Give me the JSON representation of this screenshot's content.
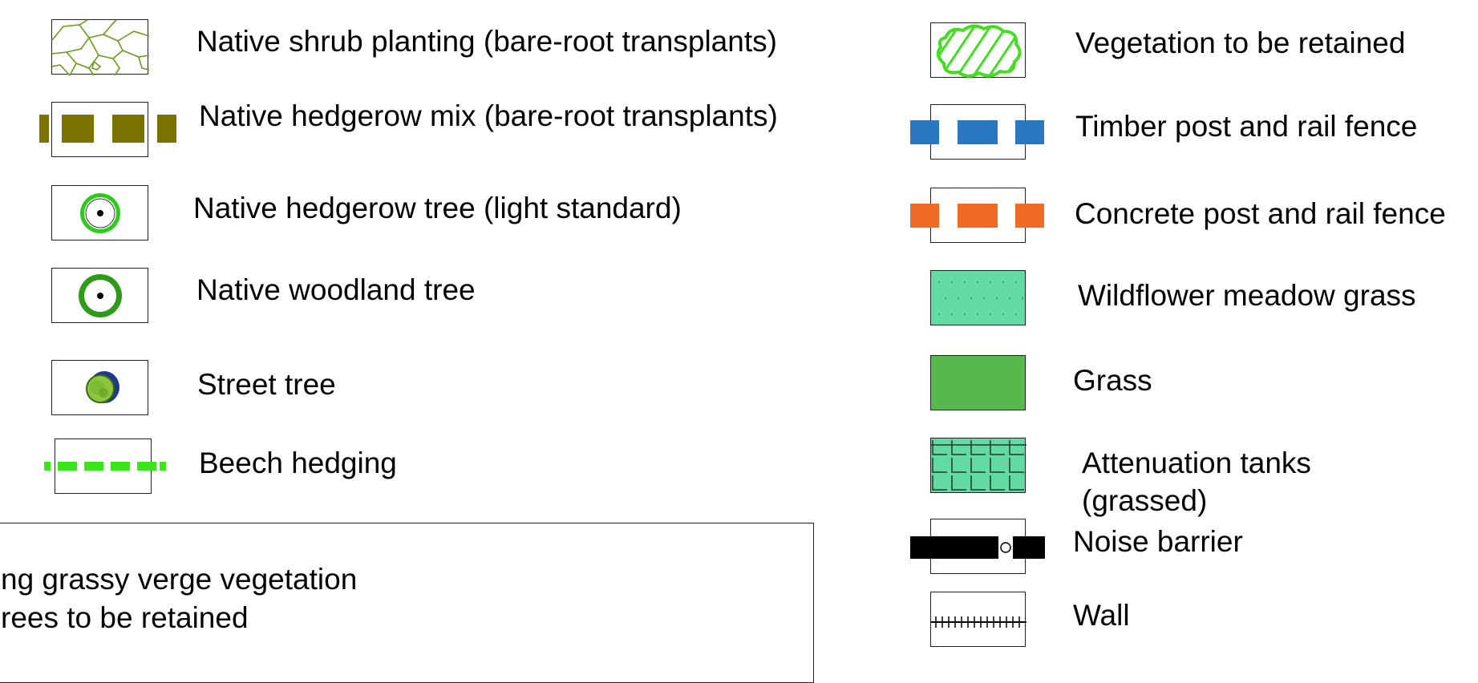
{
  "legend_left": [
    {
      "id": "native-shrub-planting",
      "label": "Native shrub planting (bare-root transplants)",
      "icon": "shrub-planting-pattern-icon"
    },
    {
      "id": "native-hedgerow-mix",
      "label": "Native hedgerow mix (bare-root transplants)",
      "icon": "hedgerow-mix-dashes-icon"
    },
    {
      "id": "native-hedgerow-tree",
      "label": "Native hedgerow tree (light standard)",
      "icon": "hedgerow-tree-circle-icon"
    },
    {
      "id": "native-woodland-tree",
      "label": "Native woodland tree",
      "icon": "woodland-tree-circle-icon"
    },
    {
      "id": "street-tree",
      "label": "Street tree",
      "icon": "street-tree-icon"
    },
    {
      "id": "beech-hedging",
      "label": "Beech hedging",
      "icon": "beech-hedging-dashes-icon"
    }
  ],
  "legend_right": [
    {
      "id": "vegetation-retained",
      "label": "Vegetation to be retained",
      "icon": "vegetation-retained-cloud-icon"
    },
    {
      "id": "timber-fence",
      "label": "Timber post and rail fence",
      "icon": "timber-fence-dashes-icon"
    },
    {
      "id": "concrete-fence",
      "label": "Concrete post and rail fence",
      "icon": "concrete-fence-dashes-icon"
    },
    {
      "id": "wildflower-meadow",
      "label": "Wildflower meadow grass",
      "icon": "wildflower-meadow-swatch-icon"
    },
    {
      "id": "grass",
      "label": "Grass",
      "icon": "grass-swatch-icon"
    },
    {
      "id": "attenuation-tanks",
      "label": "Attenuation tanks\n(grassed)",
      "label_line1": "Attenuation tanks",
      "label_line2": "(grassed)",
      "icon": "attenuation-tanks-grid-icon"
    },
    {
      "id": "noise-barrier",
      "label": "Noise barrier",
      "icon": "noise-barrier-bar-icon"
    },
    {
      "id": "wall",
      "label": "Wall",
      "icon": "wall-hatched-line-icon"
    }
  ],
  "note": {
    "line1": "ng grassy verge vegetation",
    "line2": "rees to be retained"
  },
  "colors": {
    "shrub_outline": "#6b9a1e",
    "hedgerow_olive": "#7b7500",
    "tree_green": "#2ecc1a",
    "woodland_green": "#2e9a1a",
    "street_tree_green": "#8cc63f",
    "street_tree_blue": "#1f3a8a",
    "beech_green": "#39e61a",
    "retained_green": "#44dd22",
    "timber_blue": "#2b78c2",
    "concrete_orange": "#ee6a25",
    "meadow_mint": "#63d9a3",
    "grass_green": "#57b94b",
    "tanks_mint": "#63d9a3"
  }
}
